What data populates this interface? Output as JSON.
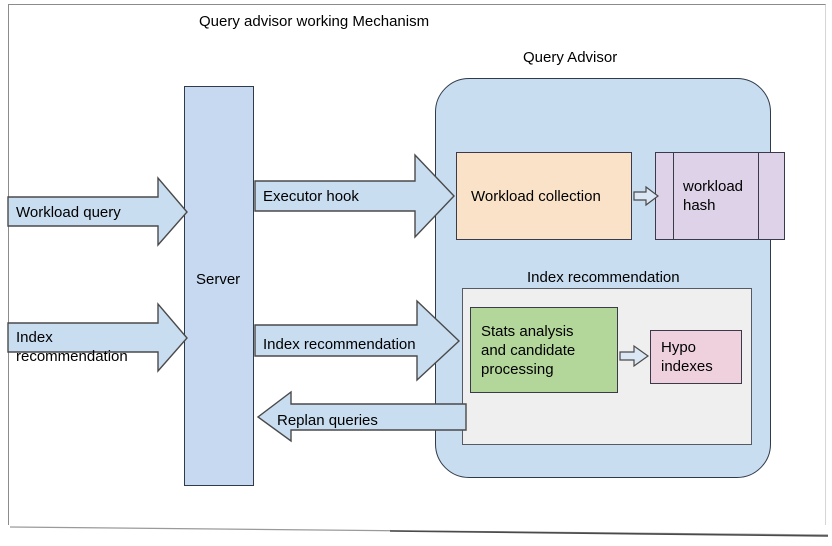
{
  "diagram": {
    "title": "Query advisor working Mechanism",
    "advisor_title": "Query Advisor",
    "index_rec_title": "Index recommendation",
    "server_label": "Server",
    "boxes": {
      "workload_collection": "Workload collection",
      "workload_hash": "workload\nhash",
      "stats": "Stats analysis\nand candidate\nprocessing",
      "hypo": "Hypo\nindexes"
    },
    "arrows": {
      "workload_query": "Workload query",
      "index_recommendation_in": "Index\nrecommendation",
      "executor_hook": "Executor hook",
      "index_recommendation_out": "Index recommendation",
      "replan_queries": "Replan queries"
    },
    "colors": {
      "server": "#c6d9f1",
      "advisor_container": "#c9ddf0",
      "workload_collection": "#fae2c8",
      "workload_hash": "#ddd2e8",
      "stats": "#b3d69b",
      "hypo": "#eed1dd",
      "index_panel": "#efefef",
      "arrow_fill": "#c9ddf0",
      "stroke": "#3a3a4a"
    }
  }
}
